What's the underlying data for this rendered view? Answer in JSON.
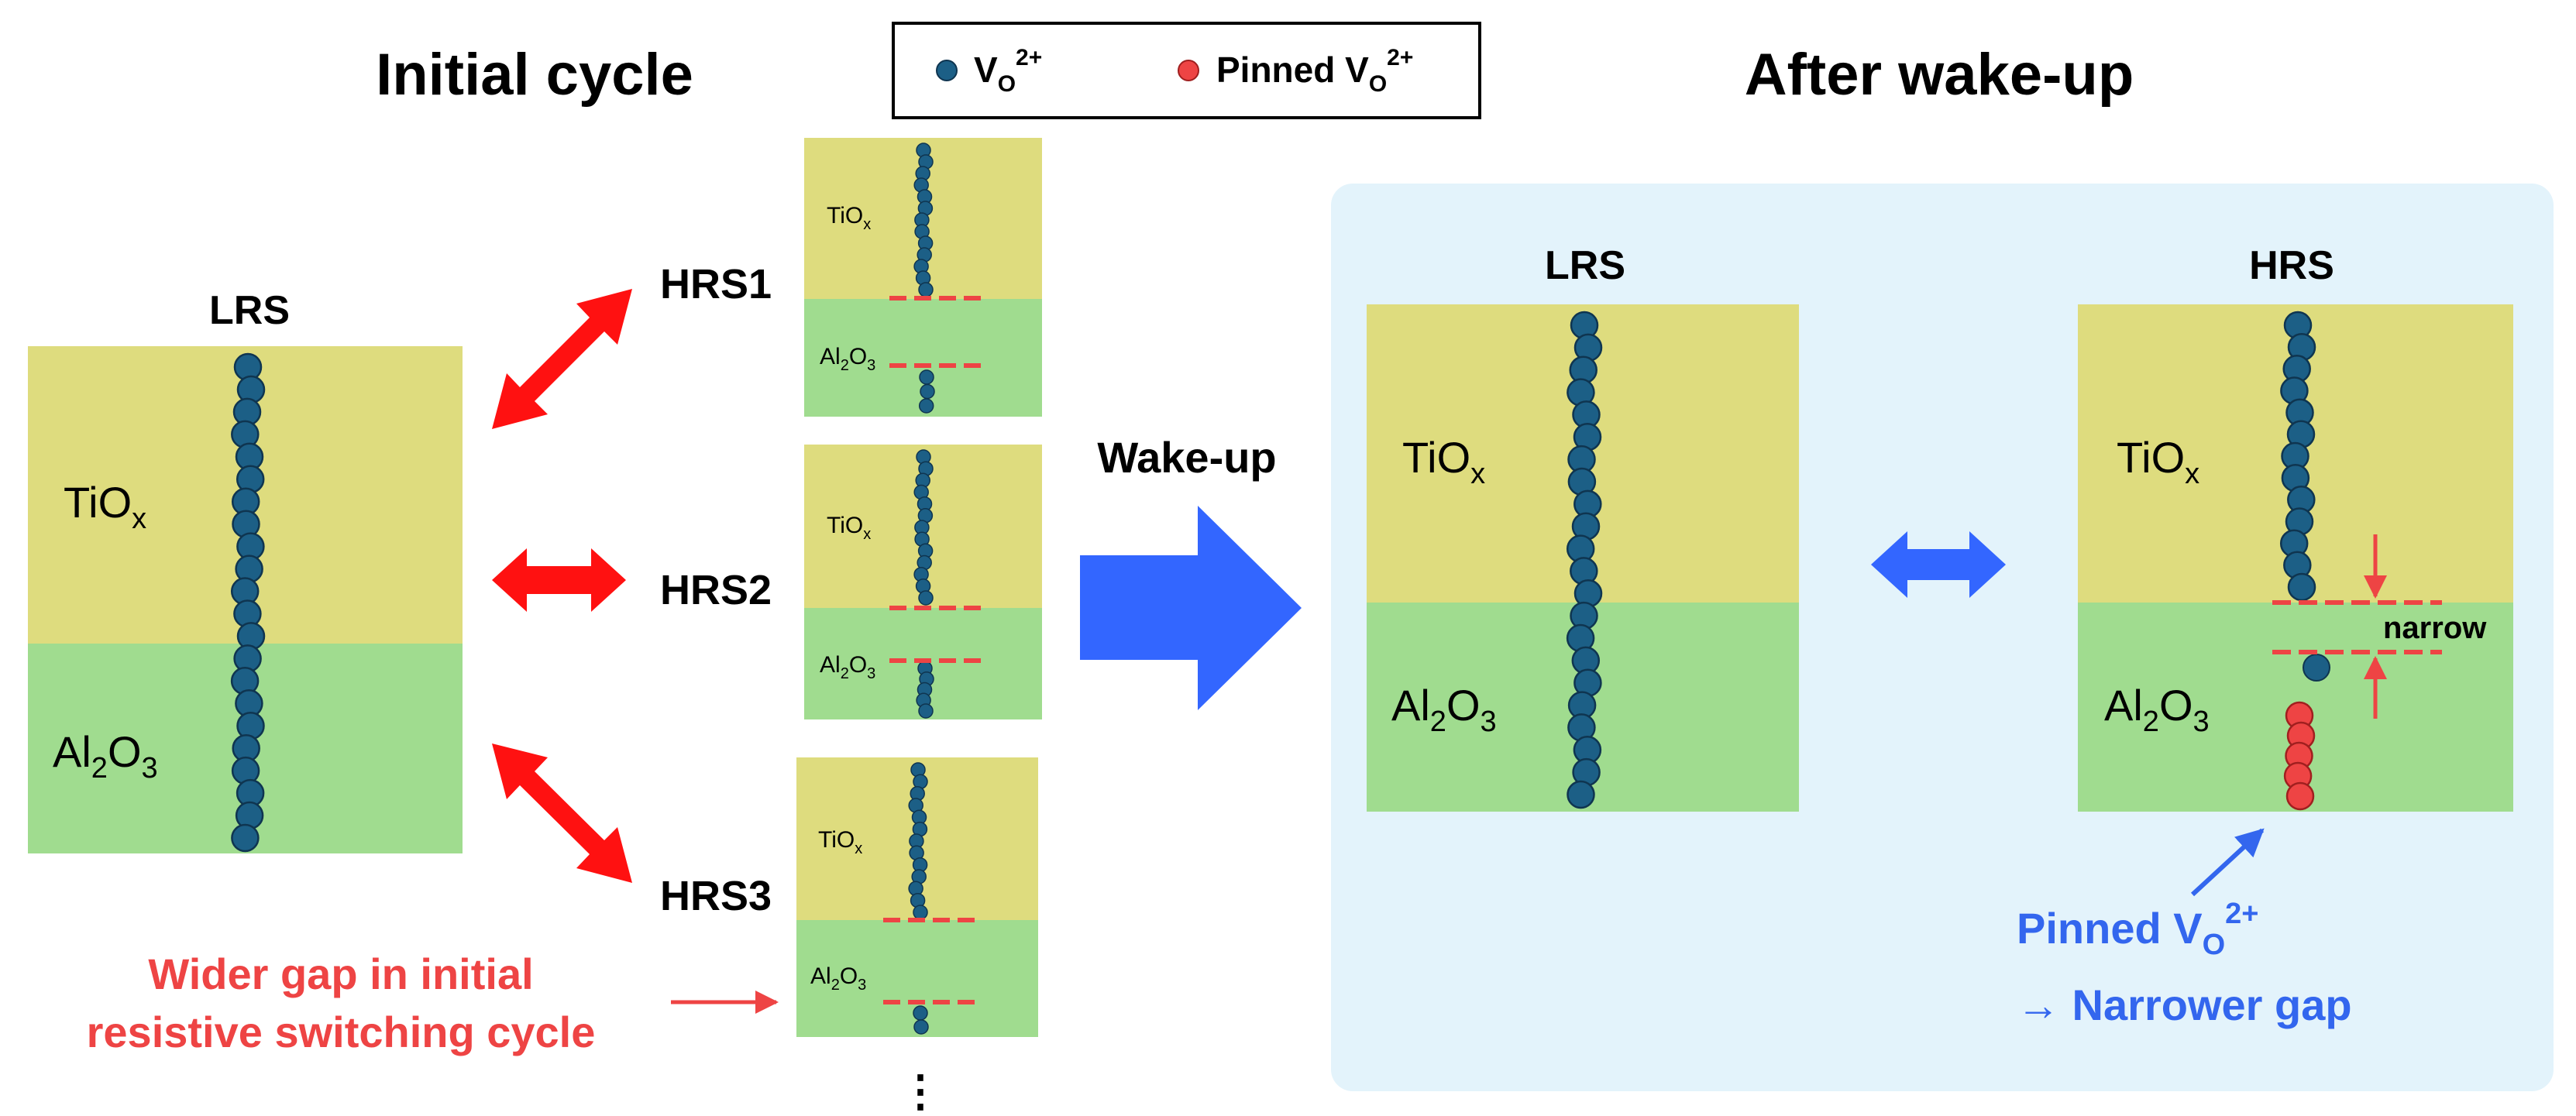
{
  "titles": {
    "initial": "Initial cycle",
    "after": "After wake-up"
  },
  "legend": {
    "vo_base": "V",
    "vo_sub": "O",
    "vo_sup": "2+",
    "pinned_prefix": "Pinned V",
    "pinned_sub": "O",
    "pinned_sup": "2+"
  },
  "layers": {
    "tiox_base": "TiO",
    "tiox_sub": "x",
    "al_a": "Al",
    "al_sub1": "2",
    "al_b": "O",
    "al_sub2": "3"
  },
  "states": {
    "lrs": "LRS",
    "hrs1": "HRS1",
    "hrs2": "HRS2",
    "hrs3": "HRS3",
    "hrs": "HRS",
    "ellipsis": "⋮"
  },
  "wakeup": "Wake-up",
  "narrow": "narrow",
  "notes": {
    "wider_line1": "Wider gap in initial",
    "wider_line2": "resistive switching cycle",
    "pinned_prefix": "Pinned V",
    "pinned_sub": "O",
    "pinned_sup": "2+",
    "narrower": "→ Narrower gap"
  },
  "colors": {
    "tiox": "#DEDC7E",
    "al2o3": "#A0DC8F",
    "vacancy": "#1C5F86",
    "pinned": "#EE4444",
    "red_arrow": "#FF1111",
    "blue_arrow": "#3366FF",
    "panel": "#E3F3FB",
    "red_text": "#EE4444",
    "blue_text": "#3366EE"
  }
}
